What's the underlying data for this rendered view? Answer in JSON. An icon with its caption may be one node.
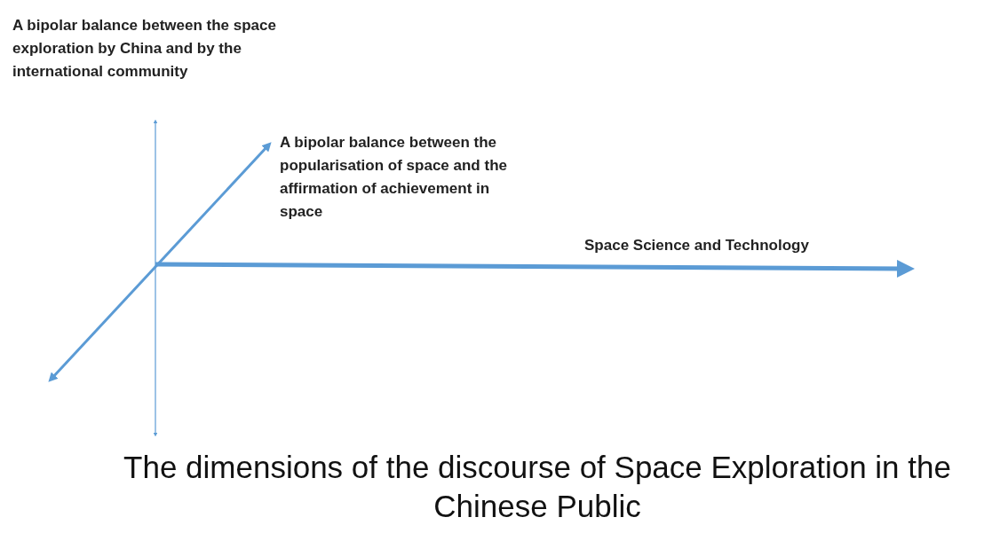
{
  "diagram": {
    "caption": "The dimensions of the discourse of Space Exploration in the Chinese Public",
    "labels": [
      "A bipolar balance between the space exploration by China and by the international community",
      "A bipolar balance between the popularisation of space and the affirmation of achievement in space",
      "Space Science and Technology"
    ]
  }
}
